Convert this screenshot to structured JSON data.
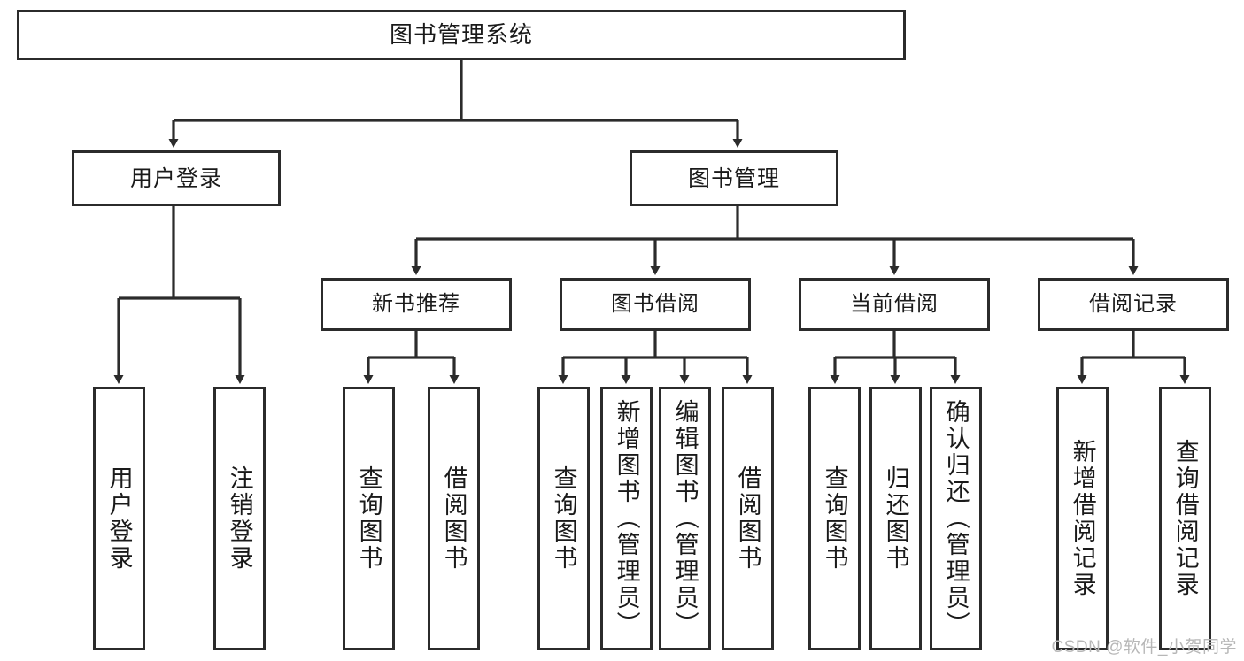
{
  "diagram": {
    "title": "图书管理系统",
    "type": "tree-hierarchy",
    "root": {
      "label": "图书管理系统"
    },
    "level2": [
      {
        "label": "用户登录"
      },
      {
        "label": "图书管理"
      }
    ],
    "level3": [
      {
        "label": "新书推荐"
      },
      {
        "label": "图书借阅"
      },
      {
        "label": "当前借阅"
      },
      {
        "label": "借阅记录"
      }
    ],
    "leaves": [
      {
        "label": "用户登录",
        "parent": "用户登录"
      },
      {
        "label": "注销登录",
        "parent": "用户登录"
      },
      {
        "label": "查询图书",
        "parent": "新书推荐"
      },
      {
        "label": "借阅图书",
        "parent": "新书推荐"
      },
      {
        "label": "查询图书",
        "parent": "图书借阅"
      },
      {
        "label": "新增图书（管理员）",
        "parent": "图书借阅"
      },
      {
        "label": "编辑图书（管理员）",
        "parent": "图书借阅"
      },
      {
        "label": "借阅图书",
        "parent": "图书借阅"
      },
      {
        "label": "查询图书",
        "parent": "当前借阅"
      },
      {
        "label": "归还图书",
        "parent": "当前借阅"
      },
      {
        "label": "确认归还（管理员）",
        "parent": "当前借阅"
      },
      {
        "label": "新增借阅记录",
        "parent": "借阅记录"
      },
      {
        "label": "查询借阅记录",
        "parent": "借阅记录"
      }
    ],
    "colors": {
      "stroke": "#2b2b2b",
      "fill": "#ffffff",
      "text": "#1a1a1a",
      "watermark": "#b7b7b7"
    }
  },
  "watermark": {
    "text": "CSDN @软件_小贺同学"
  }
}
